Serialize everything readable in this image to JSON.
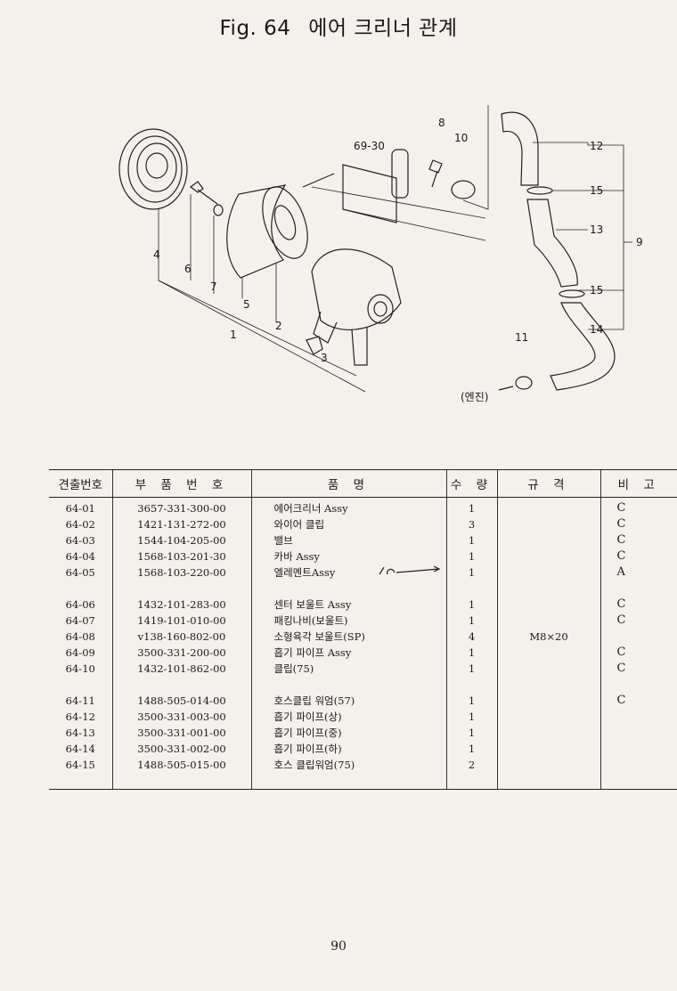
{
  "title": {
    "fig": "Fig. 64",
    "name": "에어 크리너 관계"
  },
  "diagram": {
    "callouts": [
      "1",
      "2",
      "3",
      "4",
      "5",
      "6",
      "7",
      "8",
      "69-30",
      "10",
      "11",
      "12",
      "15",
      "13",
      "9",
      "15",
      "14"
    ],
    "engine_label": "(엔진)"
  },
  "table": {
    "headers": [
      "견출번호",
      "부 품 번 호",
      "품 명",
      "수 량",
      "규 격",
      "비 고"
    ],
    "rows": [
      {
        "no": "64-01",
        "part": "3657-331-300-00",
        "name": "에어크리너 Assy",
        "qty": "1",
        "spec": "",
        "note": "C"
      },
      {
        "no": "64-02",
        "part": "1421-131-272-00",
        "name": "와이어 클립",
        "qty": "3",
        "spec": "",
        "note": "C"
      },
      {
        "no": "64-03",
        "part": "1544-104-205-00",
        "name": "밸브",
        "qty": "1",
        "spec": "",
        "note": "C"
      },
      {
        "no": "64-04",
        "part": "1568-103-201-30",
        "name": "카바 Assy",
        "qty": "1",
        "spec": "",
        "note": "C"
      },
      {
        "no": "64-05",
        "part": "1568-103-220-00",
        "name": "엘레멘트Assy",
        "qty": "1",
        "spec": "",
        "note": "A"
      },
      {
        "no": "64-06",
        "part": "1432-101-283-00",
        "name": "센터 보울트 Assy",
        "qty": "1",
        "spec": "",
        "note": "C"
      },
      {
        "no": "64-07",
        "part": "1419-101-010-00",
        "name": "패킹나비(보울트)",
        "qty": "1",
        "spec": "",
        "note": "C"
      },
      {
        "no": "64-08",
        "part": "v138-160-802-00",
        "name": "소형육각 보울트(SP)",
        "qty": "4",
        "spec": "M8×20",
        "note": ""
      },
      {
        "no": "64-09",
        "part": "3500-331-200-00",
        "name": "흡기 파이프 Assy",
        "qty": "1",
        "spec": "",
        "note": "C"
      },
      {
        "no": "64-10",
        "part": "1432-101-862-00",
        "name": "클립(75)",
        "qty": "1",
        "spec": "",
        "note": "C"
      },
      {
        "no": "64-11",
        "part": "1488-505-014-00",
        "name": "호스클립 워엄(57)",
        "qty": "1",
        "spec": "",
        "note": "C"
      },
      {
        "no": "64-12",
        "part": "3500-331-003-00",
        "name": "흡기 파이프(상)",
        "qty": "1",
        "spec": "",
        "note": ""
      },
      {
        "no": "64-13",
        "part": "3500-331-001-00",
        "name": "흡기 파이프(중)",
        "qty": "1",
        "spec": "",
        "note": ""
      },
      {
        "no": "64-14",
        "part": "3500-331-002-00",
        "name": "흡기 파이프(하)",
        "qty": "1",
        "spec": "",
        "note": ""
      },
      {
        "no": "64-15",
        "part": "1488-505-015-00",
        "name": "호스 클립워엄(75)",
        "qty": "2",
        "spec": "",
        "note": ""
      }
    ]
  },
  "page_number": "90"
}
